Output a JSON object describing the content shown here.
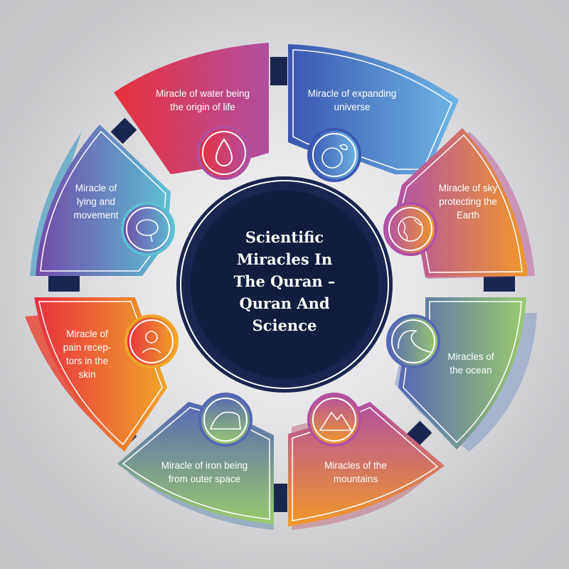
{
  "title": "Scientific Miracles In The Quran – Quran And Science",
  "title_lines": [
    "Scientific",
    "Miracles In",
    "The Quran –",
    "Quran And",
    "Science"
  ],
  "colors": {
    "background": "#c4c4c7",
    "center_circle": "#111c3e",
    "connector": "#1b2650"
  },
  "segments": [
    {
      "id": "water",
      "label_lines": [
        "Miracle of water being",
        "the origin of life"
      ],
      "icon": "water-drop-icon",
      "gradient": [
        "#e8303a",
        "#b14fa0"
      ]
    },
    {
      "id": "universe",
      "label_lines": [
        "Miracle of expanding",
        "universe"
      ],
      "icon": "eco-globe-icon",
      "gradient": [
        "#3a56b0",
        "#6fb6e6"
      ]
    },
    {
      "id": "sky",
      "label_lines": [
        "Miracle of sky",
        "protecting the",
        "Earth"
      ],
      "icon": "earth-globe-icon",
      "gradient": [
        "#b050a8",
        "#f0982a"
      ]
    },
    {
      "id": "ocean",
      "label_lines": [
        "Miracles of",
        "the ocean"
      ],
      "icon": "ocean-wave-icon",
      "gradient": [
        "#5468b4",
        "#9acb6e"
      ]
    },
    {
      "id": "mountains",
      "label_lines": [
        "Miracles of the",
        "mountains"
      ],
      "icon": "mountain-icon",
      "gradient": [
        "#b350a0",
        "#f0982a"
      ]
    },
    {
      "id": "iron",
      "label_lines": [
        "Miracle of iron being",
        "from outer space"
      ],
      "icon": "iron-icon",
      "gradient": [
        "#5468b4",
        "#9acb6e"
      ]
    },
    {
      "id": "pain",
      "label_lines": [
        "Miracle of",
        "pain recep-",
        "tors in the",
        "skin"
      ],
      "icon": "person-pain-icon",
      "gradient": [
        "#e83040",
        "#f0a628"
      ]
    },
    {
      "id": "lying",
      "label_lines": [
        "Miracle of",
        "lying and",
        "movement"
      ],
      "icon": "brain-icon",
      "gradient": [
        "#7249a8",
        "#5cc0d2"
      ]
    }
  ]
}
